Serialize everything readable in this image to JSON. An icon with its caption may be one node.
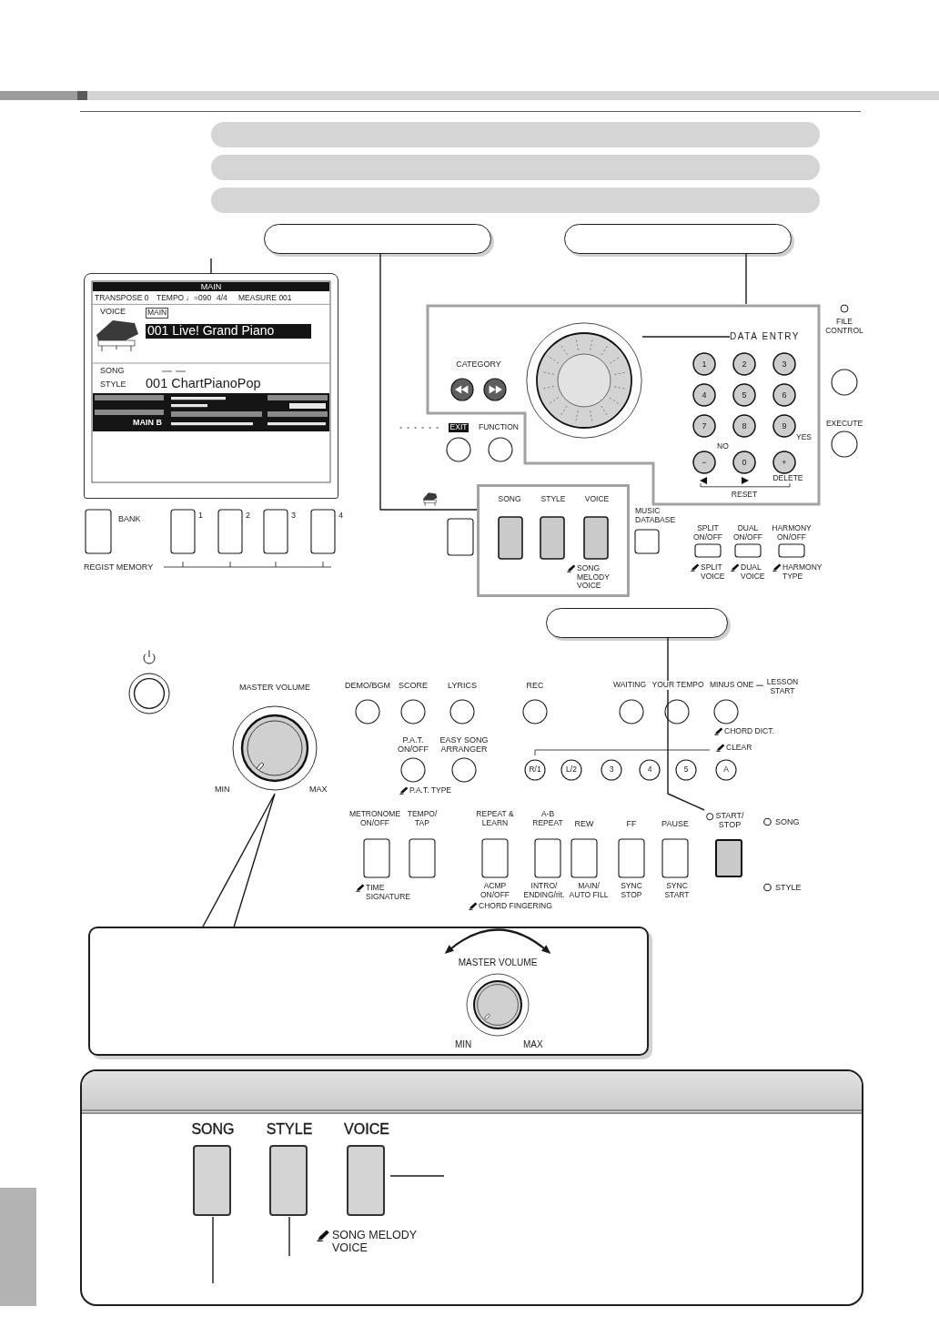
{
  "diagram": {
    "nodes": [
      {
        "text": [],
        "shape": "box"
      },
      {
        "text": [],
        "shape": "box"
      },
      {
        "text": [],
        "shape": "box"
      },
      {
        "text": [],
        "shape": "box"
      },
      {
        "text": [],
        "shape": "box"
      },
      {
        "text": [],
        "shape": "box"
      },
      {
        "text": [
          "MASTER VOLUME"
        ],
        "beside": [
          "MIN",
          "MAX"
        ]
      },
      {
        "text": [
          "START/ STOP"
        ]
      },
      {
        "text": [
          "MAIN",
          "TRANSPOSE 0",
          "TEMPO ♩=090",
          "4/4",
          "MEASURE 001",
          "VOICE",
          "MAIN",
          "001 Live! Grand Piano",
          "SONG",
          "STYLE",
          "001 ChartPianoPop",
          "MAIN B"
        ]
      },
      {
        "text": [],
        "shape": "box"
      },
      {
        "text": [],
        "shape": "circle",
        "in": 9
      },
      {
        "text": [
          "DATA ENTRY"
        ],
        "in": 9
      },
      {
        "text": [],
        "shape": "box"
      },
      {
        "text": [],
        "shape": "box"
      },
      {
        "text": [
          "MASTER VOLUME"
        ],
        "beside": [
          "MIN",
          "MAX"
        ],
        "in": 13
      },
      {
        "text": [],
        "shape": "box"
      },
      {
        "text": [
          "SONG"
        ],
        "in": 15
      },
      {
        "text": [
          "STYLE"
        ],
        "in": 15
      },
      {
        "text": [
          "VOICE"
        ],
        "beside": [
          "SONG MELODY VOICE"
        ],
        "in": 15
      },
      {
        "text": [],
        "shape": "bar"
      }
    ],
    "edges": [
      {
        "from": 3,
        "to": 7,
        "arrow": "none"
      },
      {
        "from": 4,
        "to": 12,
        "arrow": "none"
      },
      {
        "from": 5,
        "to": 9,
        "arrow": "none"
      },
      {
        "from": null,
        "to": 8,
        "arrow": "none"
      },
      {
        "from": 11,
        "to": 10,
        "arrow": "none"
      },
      {
        "from": 6,
        "to": 13,
        "arrow": "none"
      },
      {
        "from": 16,
        "to": null,
        "arrow": "none"
      },
      {
        "from": 17,
        "to": null,
        "arrow": "none"
      },
      {
        "from": 18,
        "to": null,
        "arrow": "none"
      }
    ],
    "labels": [
      "DEMO/BGM",
      "SCORE",
      "LYRICS",
      "REC",
      "WAITING",
      "YOUR TEMPO",
      "MINUS ONE",
      "LESSON START",
      "CHORD DICT.",
      "P.A.T. ON/OFF",
      "EASY SONG ARRANGER",
      "CLEAR",
      "R/1",
      "L/2",
      "3",
      "4",
      "5",
      "A",
      "P.A.T. TYPE",
      "METRONOME ON/OFF",
      "TEMPO/ TAP",
      "REPEAT & LEARN",
      "A-B REPEAT",
      "REW",
      "FF",
      "PAUSE",
      "SONG",
      "STYLE",
      "TIME SIGNATURE",
      "ACMP ON/OFF",
      "CHORD FINGERING",
      "INTRO/ ENDING/rit.",
      "MAIN/ AUTO FILL",
      "SYNC STOP",
      "SYNC START",
      "BANK",
      "1",
      "2",
      "3",
      "4",
      "REGIST MEMORY",
      "CATEGORY",
      "EXIT",
      "FUNCTION",
      "1",
      "2",
      "3",
      "4",
      "5",
      "6",
      "7",
      "8",
      "9",
      "−",
      "0",
      "+",
      "NO",
      "YES",
      "DELETE",
      "RESET",
      "FILE CONTROL",
      "EXECUTE",
      "SONG",
      "STYLE",
      "VOICE",
      "MUSIC DATABASE",
      "SONG MELODY VOICE",
      "SPLIT ON/OFF",
      "DUAL ON/OFF",
      "HARMONY ON/OFF",
      "SPLIT VOICE",
      "DUAL VOICE",
      "HARMONY TYPE"
    ]
  }
}
